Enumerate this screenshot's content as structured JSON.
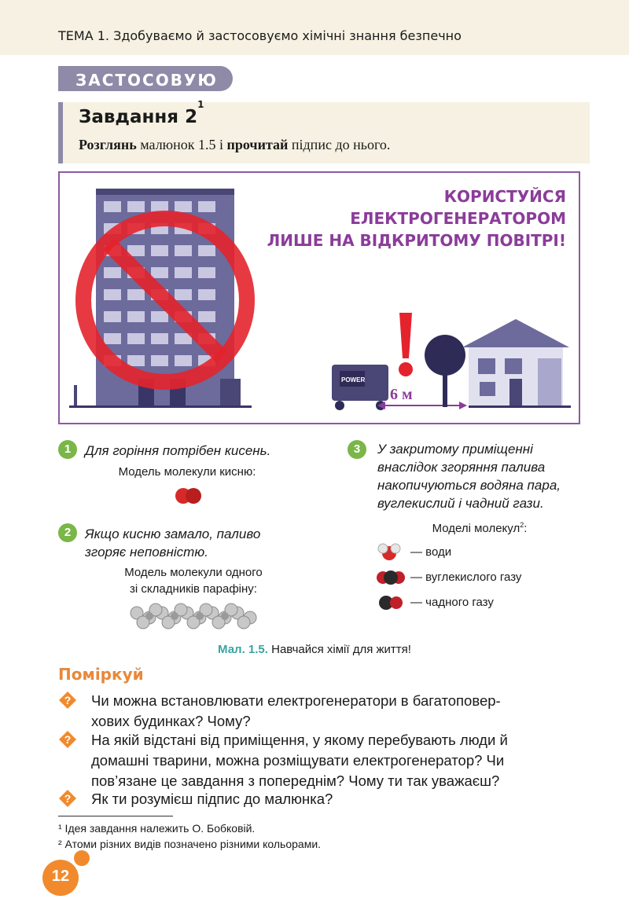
{
  "header": {
    "topic": "ТЕМА 1. Здобуваємо й застосовуємо хімічні знання безпечно"
  },
  "section": {
    "label": "ЗАСТОСОВУЮ"
  },
  "task": {
    "title": "Завдання 2",
    "title_sup": "1",
    "instr_b1": "Розглянь",
    "instr_t1": " малюнок 1.5 і ",
    "instr_b2": "прочитай",
    "instr_t2": " підпис до нього."
  },
  "figure": {
    "warning_line1": "КОРИСТУЙСЯ ЕЛЕКТРОГЕНЕРАТОРОМ",
    "warning_line2": "ЛИШЕ НА ВІДКРИТОМУ ПОВІТРІ!",
    "distance": "6 м",
    "generator_label": "POWER"
  },
  "items": [
    {
      "num": "1",
      "text": "Для горіння потрібен кисень.",
      "caption": "Модель молекули кисню:"
    },
    {
      "num": "2",
      "text_line1": "Якщо кисню замало, паливо",
      "text_line2": "згоряє неповністю.",
      "caption_line1": "Модель молекули одного",
      "caption_line2": "зі складників парафіну:"
    },
    {
      "num": "3",
      "text_line1": "У закритому приміщенні",
      "text_line2": "внаслідок згоряння палива",
      "text_line3": "накопичуються водяна пара,",
      "text_line4": "вуглекислий і чадний гази.",
      "caption": "Моделі молекул",
      "caption_sup": "2",
      "caption_end": ":"
    }
  ],
  "legend": [
    "— води",
    "— вуглекислого газу",
    "— чадного газу"
  ],
  "fig_caption": {
    "label": "Мал. 1.5.",
    "text": " Навчайся хімії для життя!"
  },
  "think": {
    "title": "Поміркуй",
    "questions": [
      {
        "line1": "Чи можна встановлювати електрогенератори в багатопо­вер-",
        "line2": "хових будинках? Чому?"
      },
      {
        "line1": "На якій відстані від приміщення, у якому перебувають люди й",
        "line2": "домашні тварини, можна розміщувати електрогенератор? Чи",
        "line3": "пов’язане це завдання з попереднім? Чому ти так уважаєш?"
      },
      {
        "line1": "Як ти розумієш підпис до малюнка?"
      }
    ]
  },
  "footnotes": [
    "¹ Ідея завдання належить О. Бобковій.",
    "² Атоми різних видів позначено різними кольорами."
  ],
  "page_number": "12",
  "colors": {
    "accent_purple": "#8b3c9a",
    "tag_gray": "#8e8aa7",
    "band_beige": "#f6f1e2",
    "orange": "#f18a2d",
    "green": "#7ab648",
    "ban_red": "#e4232c"
  }
}
